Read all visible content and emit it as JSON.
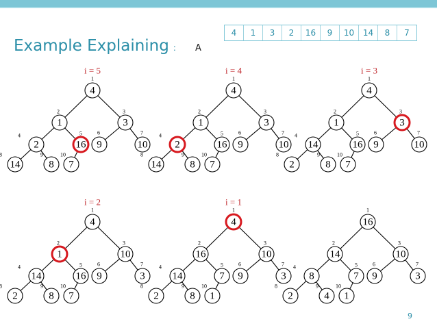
{
  "title": "Example Explaining",
  "title_colon": ":",
  "title_letter": "A",
  "array": [
    "4",
    "1",
    "3",
    "2",
    "16",
    "9",
    "10",
    "14",
    "8",
    "7"
  ],
  "slide_number": "9",
  "steps": [
    {
      "label": "i = 5",
      "values": [
        "4",
        "1",
        "3",
        "2",
        "16",
        "9",
        "10",
        "14",
        "8",
        "7"
      ],
      "highlight": 5
    },
    {
      "label": "i = 4",
      "values": [
        "4",
        "1",
        "3",
        "2",
        "16",
        "9",
        "10",
        "14",
        "8",
        "7"
      ],
      "highlight": 4
    },
    {
      "label": "i = 3",
      "values": [
        "4",
        "1",
        "3",
        "14",
        "16",
        "9",
        "10",
        "2",
        "8",
        "7"
      ],
      "highlight": 3
    },
    {
      "label": "i = 2",
      "values": [
        "4",
        "1",
        "10",
        "14",
        "16",
        "9",
        "3",
        "2",
        "8",
        "7"
      ],
      "highlight": 2
    },
    {
      "label": "i = 1",
      "values": [
        "4",
        "16",
        "10",
        "14",
        "7",
        "9",
        "3",
        "2",
        "8",
        "1"
      ],
      "highlight": 1
    },
    {
      "label": "",
      "values": [
        "16",
        "14",
        "10",
        "8",
        "7",
        "9",
        "3",
        "2",
        "4",
        "1"
      ],
      "highlight": 0
    }
  ],
  "node_indices": [
    "1",
    "2",
    "3",
    "4",
    "5",
    "6",
    "7",
    "8",
    "9",
    "10"
  ]
}
